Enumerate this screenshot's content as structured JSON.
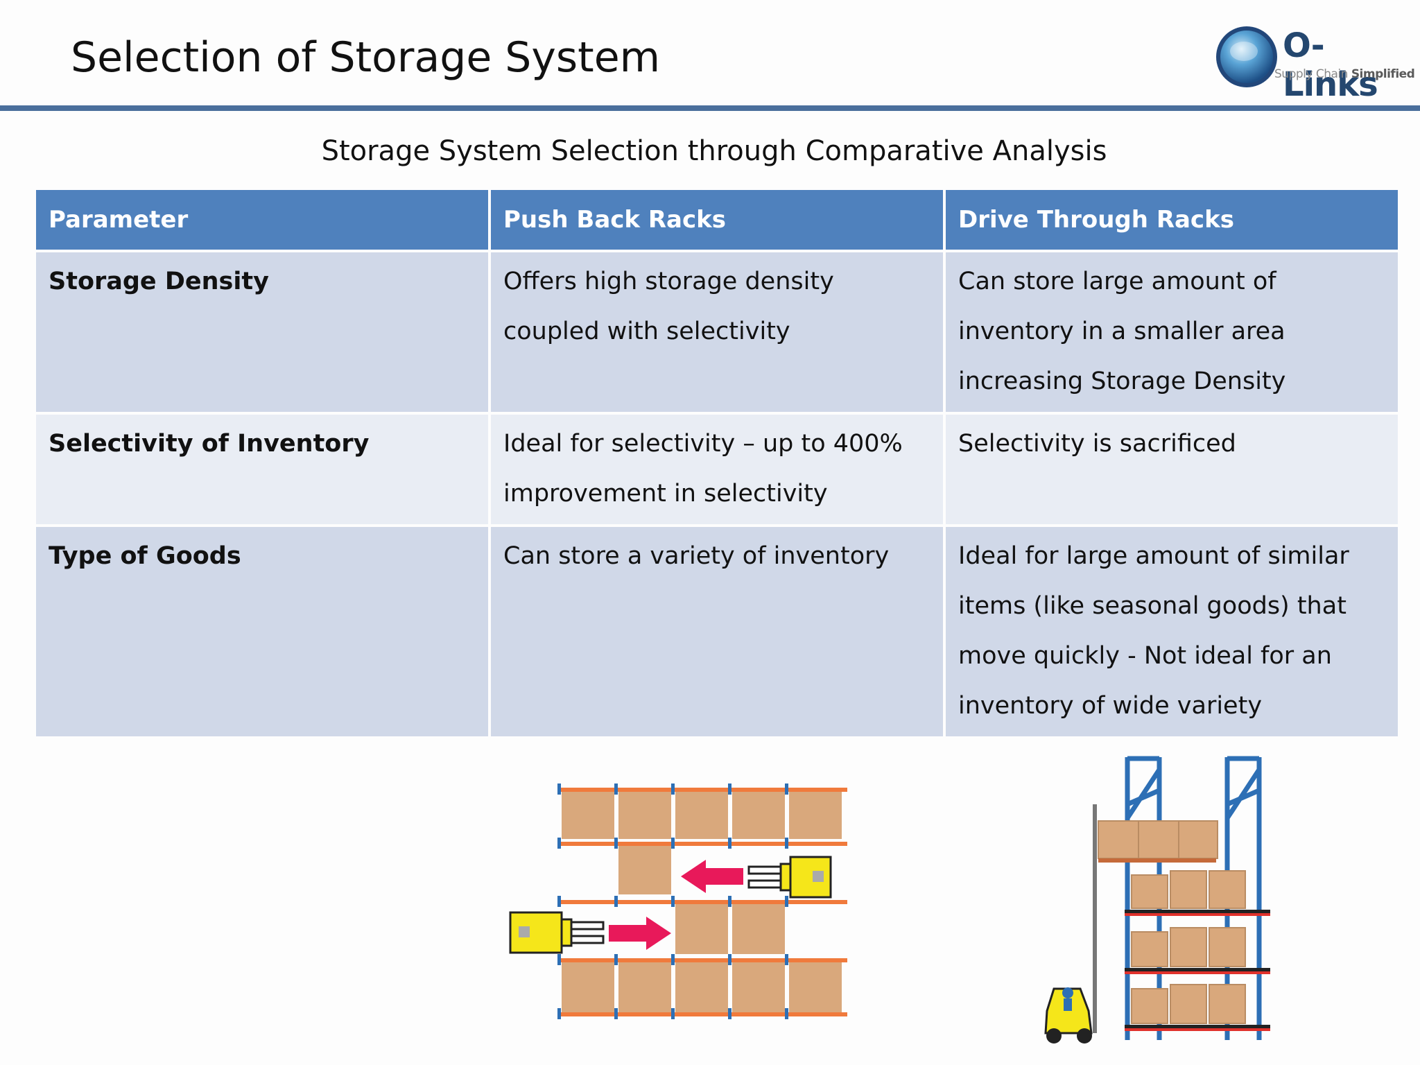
{
  "slide": {
    "title": "Selection of Storage System",
    "subtitle": "Storage System Selection through Comparative Analysis"
  },
  "logo": {
    "name": "O-Links",
    "tagline_part1": "Supply Chain",
    "tagline_part2": "Simplified"
  },
  "table": {
    "headers": [
      "Parameter",
      "Push Back Racks",
      "Drive Through Racks"
    ],
    "rows": [
      {
        "parameter": "Storage Density",
        "push_back": "Offers high storage density coupled with selectivity",
        "drive_through": "Can store large amount of inventory in a smaller area increasing Storage Density"
      },
      {
        "parameter": "Selectivity of Inventory",
        "push_back": "Ideal for selectivity – up to 400% improvement in selectivity",
        "drive_through": "Selectivity is sacrificed"
      },
      {
        "parameter": "Type of Goods",
        "push_back": "Can store a variety of inventory",
        "drive_through": "Ideal for large amount of similar items (like seasonal goods) that move quickly - Not ideal for an inventory of wide variety"
      }
    ]
  },
  "colors": {
    "header_bg": "#4f81bd",
    "row_dark": "#d0d8e8",
    "row_light": "#e9edf4",
    "rule": "#4a6f9c",
    "pallet": "#d9a87c",
    "beam": "#f07a3c",
    "arrow": "#e8195a",
    "forklift": "#f5e61a",
    "rack_frame": "#2d6fb5"
  },
  "illustrations": {
    "push_back": "push-back-rack-top-view",
    "drive_through": "drive-through-rack-with-forklift"
  }
}
